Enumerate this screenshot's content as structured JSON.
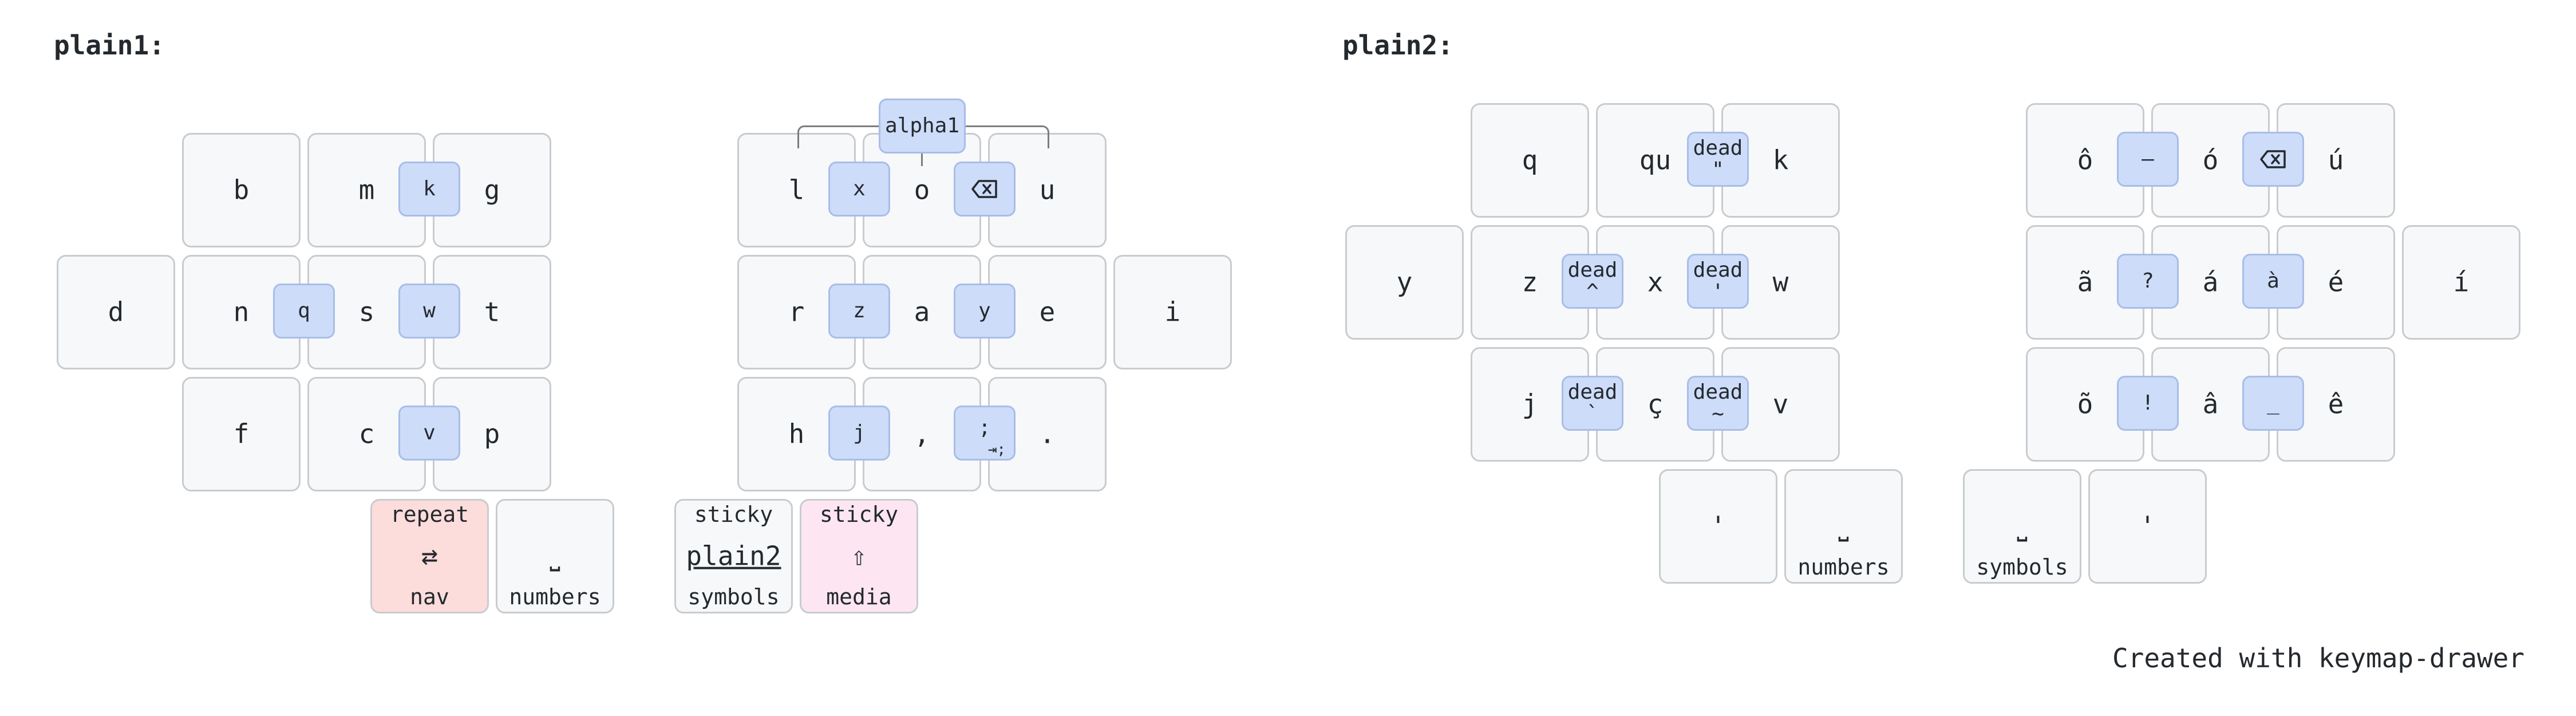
{
  "plain1": {
    "title": "plain1:",
    "left": {
      "row1": [
        "b",
        "m",
        "g"
      ],
      "row2": [
        "d",
        "n",
        "s",
        "t"
      ],
      "row3": [
        "f",
        "c",
        "p"
      ],
      "thumbs": [
        {
          "tap": "⇄",
          "top": "repeat",
          "bottom": "nav"
        },
        {
          "tap": "⎵",
          "bottom": "numbers"
        }
      ]
    },
    "right": {
      "row1": [
        "l",
        "o",
        "u"
      ],
      "row2": [
        "r",
        "a",
        "e",
        "i"
      ],
      "row3": [
        "h",
        ",",
        "."
      ],
      "thumbs": [
        {
          "tap": "plain2",
          "top": "sticky",
          "bottom": "symbols"
        },
        {
          "tap": "⇧",
          "top": "sticky",
          "bottom": "media"
        }
      ]
    },
    "combos": {
      "k": "k",
      "q": "q",
      "w": "w",
      "v": "v",
      "x": "x",
      "z": "z",
      "y": "y",
      "j": "j",
      "semicolon": ";",
      "semicolon_sub": "⇥;",
      "alpha1": "alpha1"
    }
  },
  "plain2": {
    "title": "plain2:",
    "left": {
      "row1": [
        "q",
        "qu",
        "k"
      ],
      "row2": [
        "y",
        "z",
        "x",
        "w"
      ],
      "row3": [
        "j",
        "ç",
        "v"
      ],
      "thumbs": [
        {
          "tap": "'"
        },
        {
          "tap": "⎵",
          "bottom": "numbers"
        }
      ]
    },
    "right": {
      "row1": [
        "ô",
        "ó",
        "ú"
      ],
      "row2": [
        "ã",
        "á",
        "é",
        "í"
      ],
      "row3": [
        "õ",
        "â",
        "ê"
      ],
      "thumbs": [
        {
          "tap": "⎵",
          "bottom": "symbols"
        },
        {
          "tap": "'"
        }
      ]
    },
    "combos": {
      "dead_dquote_top": "dead",
      "dead_dquote_bottom": "\"",
      "dead_caret_top": "dead",
      "dead_caret_bottom": "^",
      "dead_squote_top": "dead",
      "dead_squote_bottom": "'",
      "dead_grave_top": "dead",
      "dead_grave_bottom": "`",
      "dead_tilde_top": "dead",
      "dead_tilde_bottom": "~",
      "dash": "–",
      "question": "?",
      "a_grave": "à",
      "bang": "!",
      "underscore": "_"
    }
  },
  "icons": {
    "repeat": "repeat-icon",
    "space": "space-icon",
    "shift": "shift-icon",
    "backspace": "backspace-icon"
  },
  "footer": "Created with keymap-drawer"
}
